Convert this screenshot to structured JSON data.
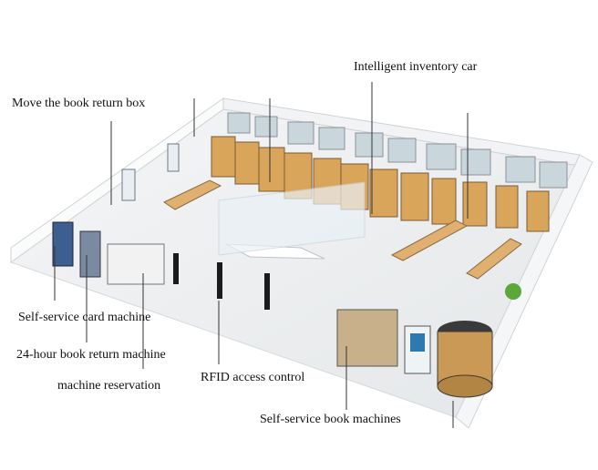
{
  "labels": {
    "inventory_car": "Intelligent inventory car",
    "book_return_box": "Move the book return box",
    "card_machine": "Self-service card machine",
    "return_machine": "24-hour book return machine",
    "reservation": "machine reservation",
    "rfid": "RFID access control",
    "book_machines": "Self-service book machines"
  },
  "colors": {
    "shelf": "#d9a55a",
    "shelf_dark": "#7a5a36",
    "floor": "#eef0f1",
    "wall": "#f7f8f9",
    "leader_line": "#333333"
  }
}
